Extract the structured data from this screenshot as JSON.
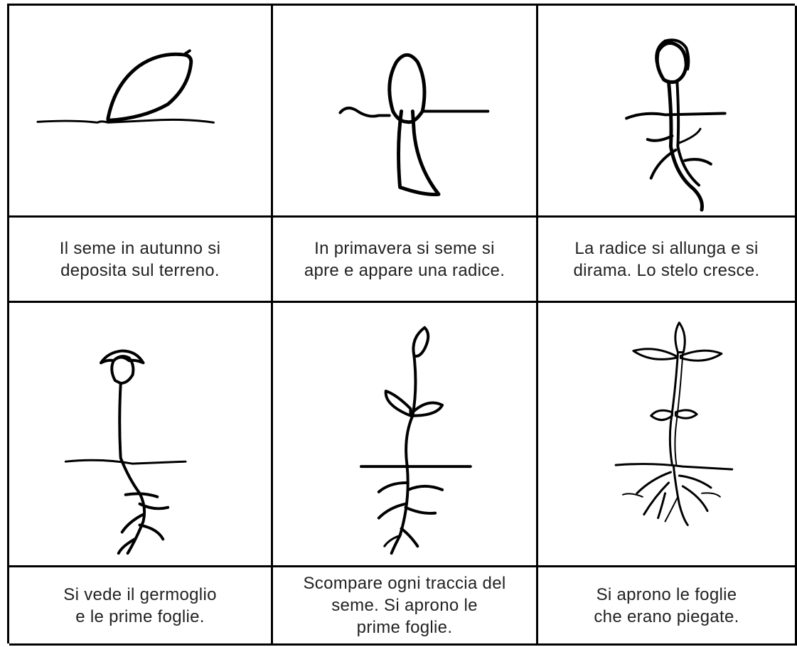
{
  "panels": [
    {
      "caption": "Il seme in autunno si\ndeposita sul terreno."
    },
    {
      "caption": "In primavera si seme si\napre e appare una radice."
    },
    {
      "caption": "La radice si allunga e si\ndirama. Lo stelo cresce."
    },
    {
      "caption": "Si vede il germoglio\ne le prime foglie."
    },
    {
      "caption": "Scompare ogni traccia del\nseme. Si aprono le\nprime foglie."
    },
    {
      "caption": "Si aprono le foglie\nche erano piegate."
    }
  ],
  "colors": {
    "line": "#000000",
    "background": "#ffffff",
    "text": "#222222"
  }
}
